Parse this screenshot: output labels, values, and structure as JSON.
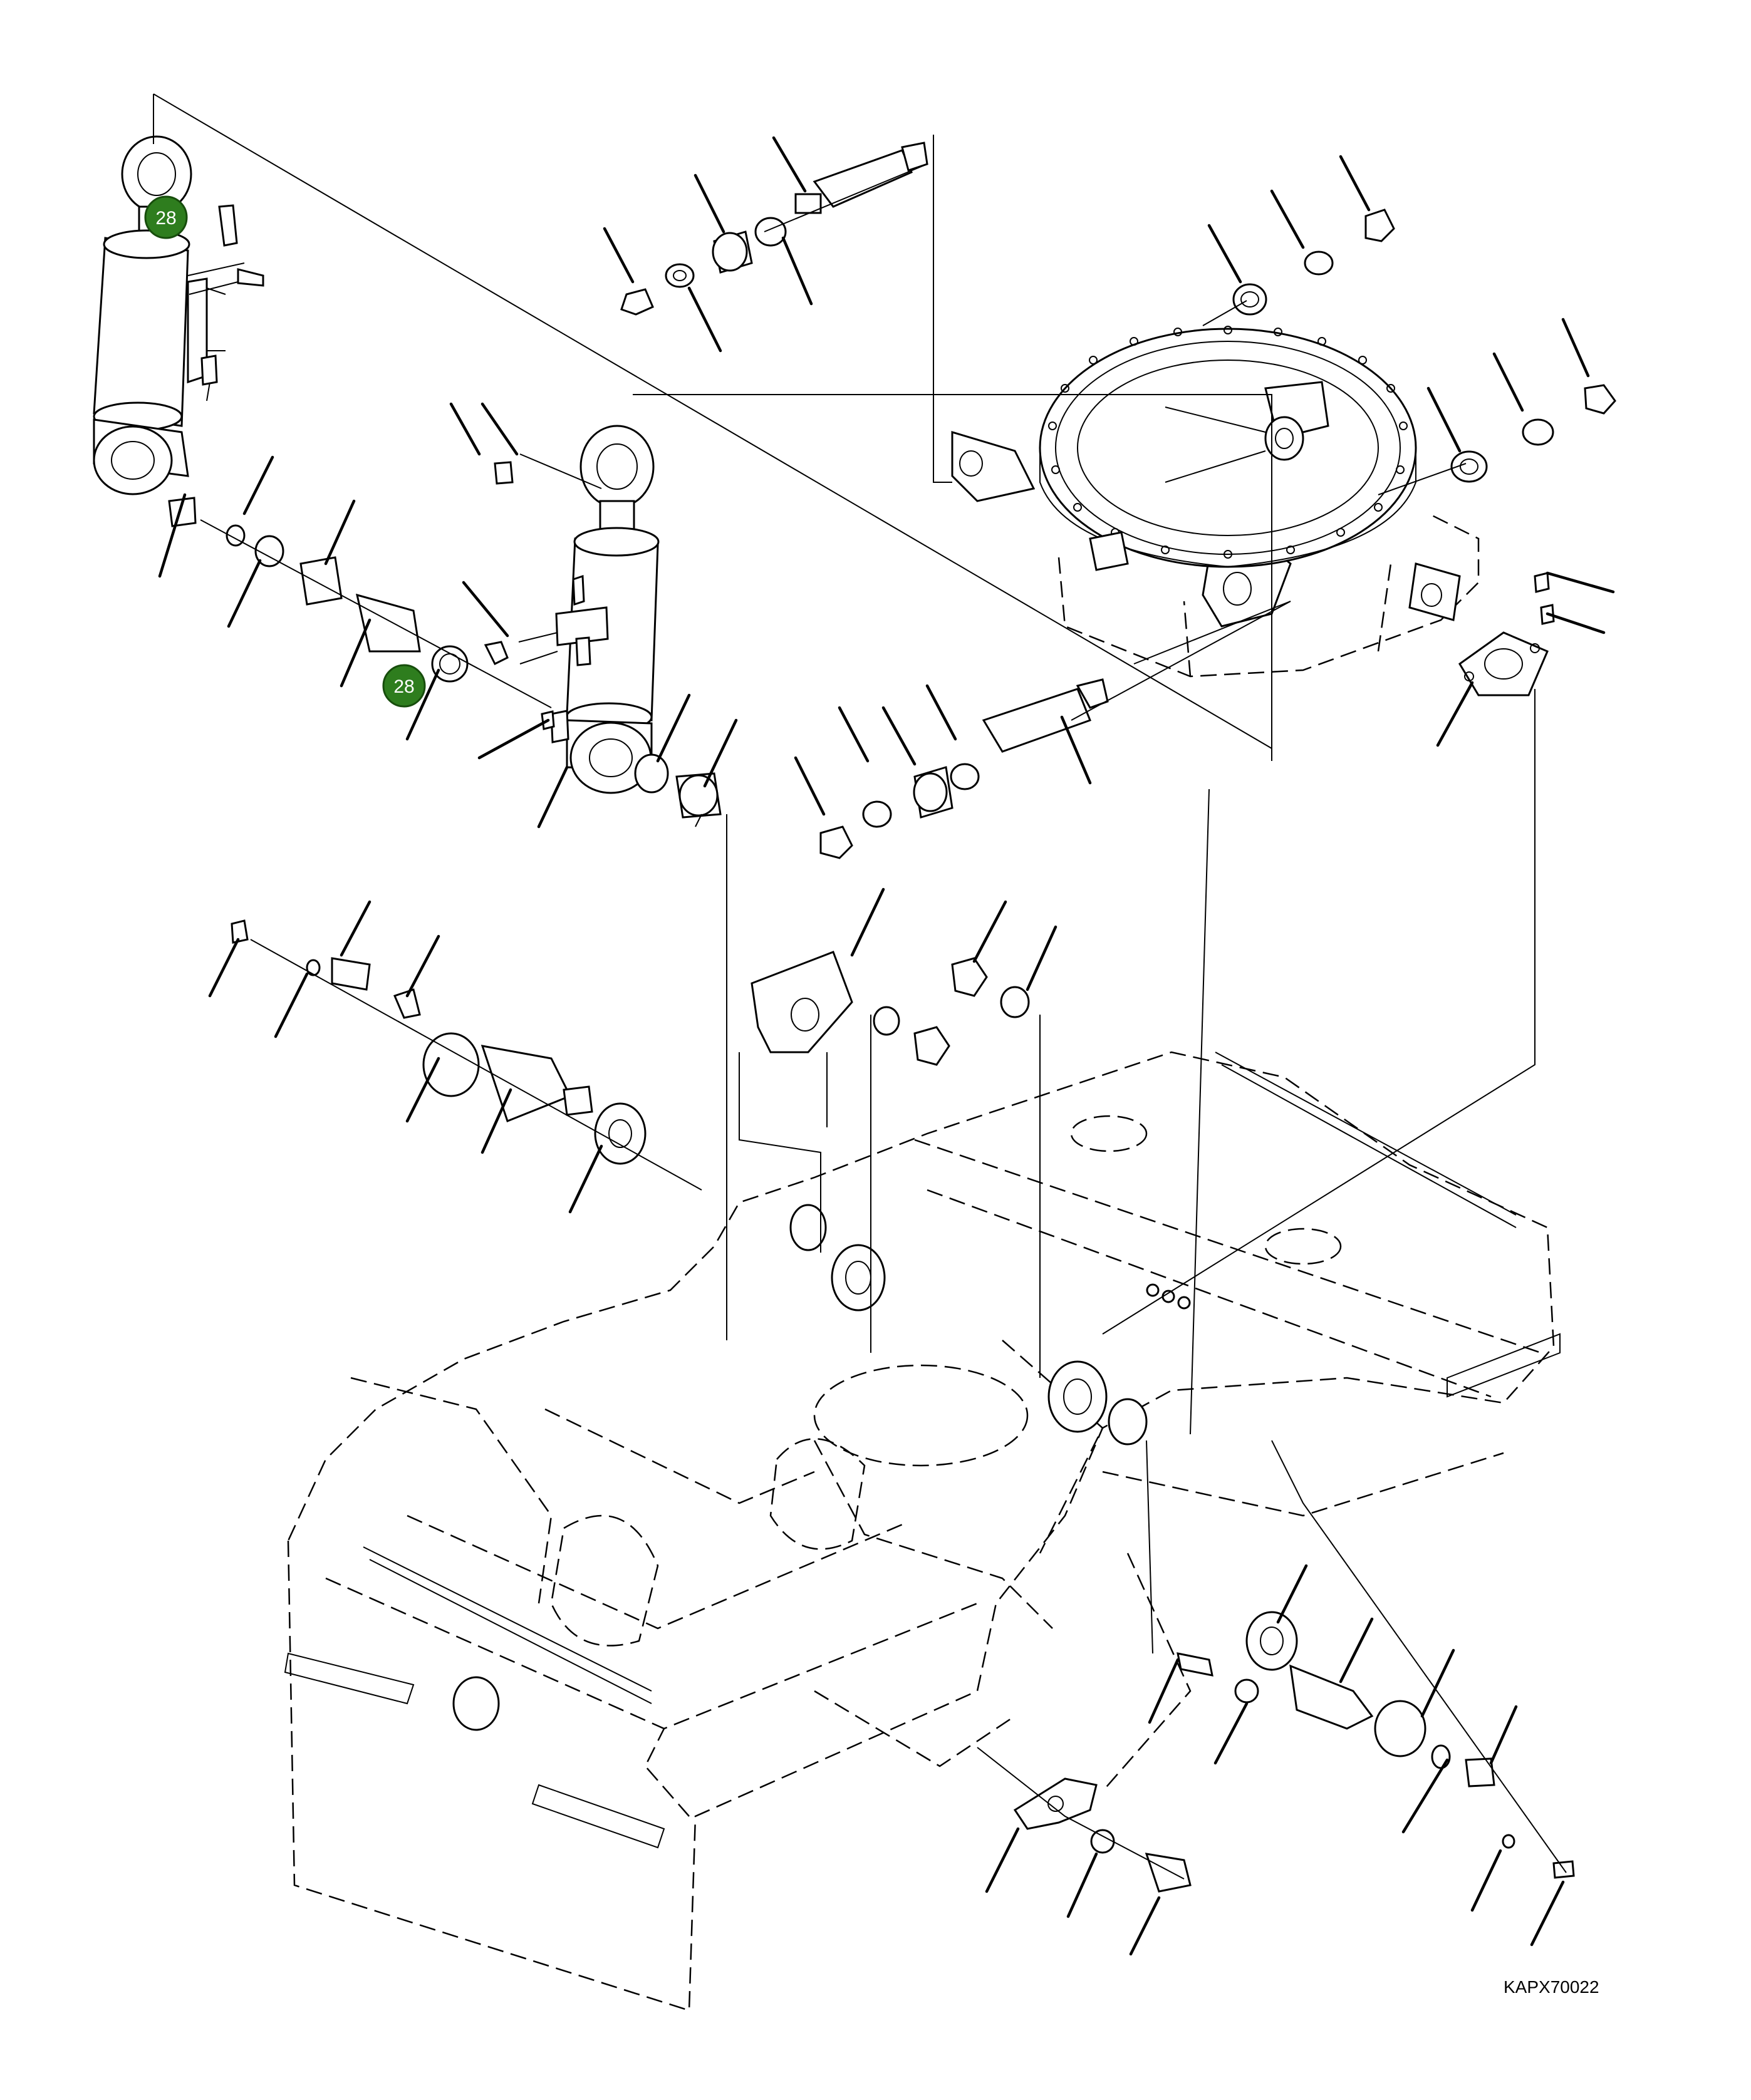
{
  "diagram": {
    "drawing_code": "KAPX70022",
    "callouts": [
      {
        "label": "28"
      },
      {
        "label": "28"
      }
    ],
    "colors": {
      "line": "#000000",
      "callout_fill": "#2e7d1e",
      "callout_text": "#ffffff",
      "background": "#ffffff"
    }
  }
}
